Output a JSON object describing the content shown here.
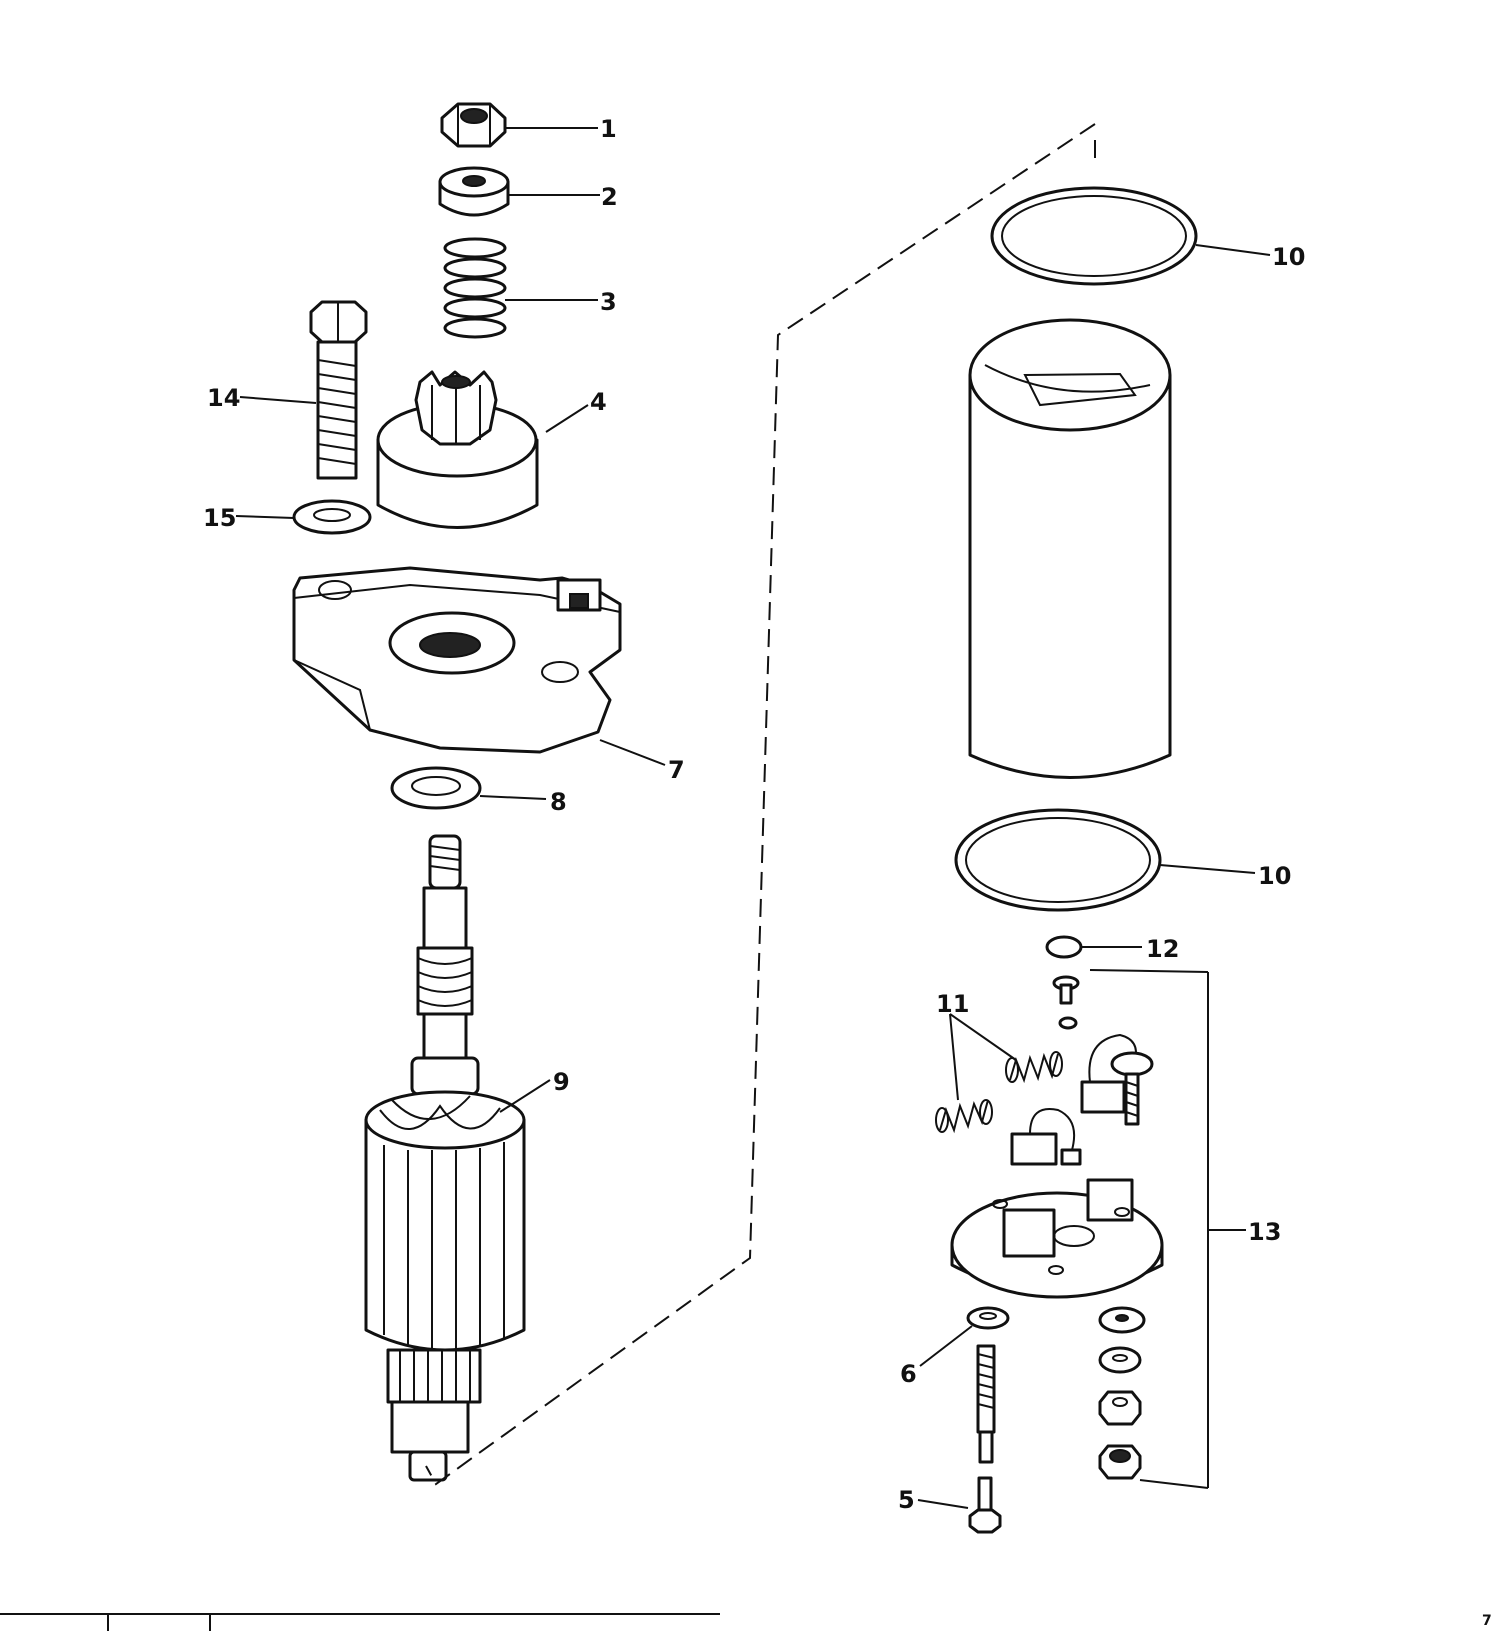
{
  "callouts": [
    {
      "id": "c1",
      "label": "1"
    },
    {
      "id": "c2",
      "label": "2"
    },
    {
      "id": "c3",
      "label": "3"
    },
    {
      "id": "c4",
      "label": "4"
    },
    {
      "id": "c14",
      "label": "14"
    },
    {
      "id": "c15",
      "label": "15"
    },
    {
      "id": "c7",
      "label": "7"
    },
    {
      "id": "c8",
      "label": "8"
    },
    {
      "id": "c9",
      "label": "9"
    },
    {
      "id": "c10a",
      "label": "10"
    },
    {
      "id": "c10b",
      "label": "10"
    },
    {
      "id": "c12",
      "label": "12"
    },
    {
      "id": "c11",
      "label": "11"
    },
    {
      "id": "c13",
      "label": "13"
    },
    {
      "id": "c6",
      "label": "6"
    },
    {
      "id": "c5",
      "label": "5"
    }
  ],
  "corner_mark": "7"
}
